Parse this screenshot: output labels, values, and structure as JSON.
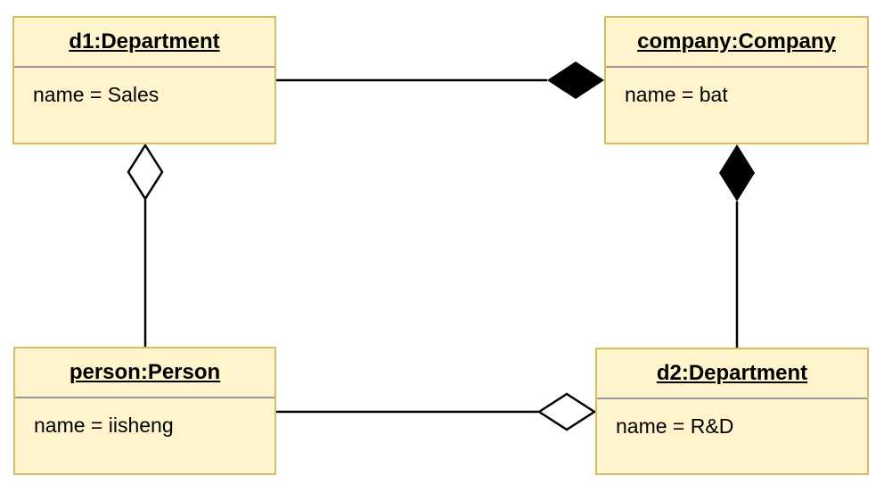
{
  "diagram": {
    "kind": "uml-object-diagram",
    "colors": {
      "box_fill": "#FFF4CC",
      "box_border": "#D9BB67",
      "divider": "#999999",
      "connector": "#000000",
      "background": "#FFFFFF"
    },
    "objects": [
      {
        "id": "d1",
        "title": "d1:Department",
        "attribute": "name = Sales"
      },
      {
        "id": "company",
        "title": "company:Company",
        "attribute": "name = bat"
      },
      {
        "id": "person",
        "title": "person:Person",
        "attribute": "name = iisheng"
      },
      {
        "id": "d2",
        "title": "d2:Department",
        "attribute": "name = R&D"
      }
    ],
    "relationships": [
      {
        "from": "d1",
        "to": "company",
        "type": "composition",
        "diamond_at": "company",
        "diamond_style": "filled"
      },
      {
        "from": "d2",
        "to": "company",
        "type": "composition",
        "diamond_at": "company",
        "diamond_style": "filled"
      },
      {
        "from": "person",
        "to": "d1",
        "type": "aggregation",
        "diamond_at": "d1",
        "diamond_style": "hollow"
      },
      {
        "from": "person",
        "to": "d2",
        "type": "aggregation",
        "diamond_at": "d2",
        "diamond_style": "hollow"
      }
    ]
  }
}
